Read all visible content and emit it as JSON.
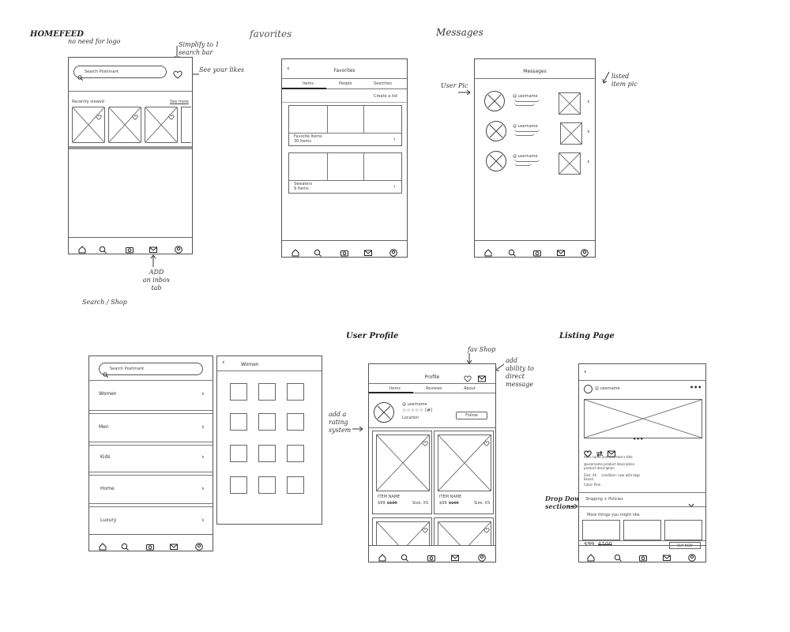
{
  "notes": {
    "homefeed_title": "HOMEFEED",
    "no_logo": "no need for logo",
    "simplify": "Simplify to 1\nsearch bar",
    "see_likes": "See your likes",
    "add_inbox": "ADD\nan inbox\ntab",
    "favorites_title": "favorites",
    "messages_title": "Messages",
    "user_pic": "User Pic",
    "listed_item_pic": "listed\nitem pic",
    "search_shop_title": "Search / Shop",
    "user_profile_title": "User Profile",
    "fav_shop": "fav Shop",
    "add_direct_message": "add\nability to\ndirect\nmessage",
    "add_rating": "add a\nrating\nsystem",
    "listing_page_title": "Listing Page",
    "drop_down": "Drop Down\nsections"
  },
  "home": {
    "search_placeholder": "Search Poshmark",
    "recently_viewed": "Recently viewed",
    "see_more": "See more"
  },
  "favorites": {
    "header": "Favorites",
    "tabs": [
      "Items",
      "People",
      "Searches"
    ],
    "create_list": "Create a list",
    "list1_name": "Favorite Items",
    "list1_count": "30 Items",
    "list2_name": "Sweaters",
    "list2_count": "9 Items"
  },
  "messages": {
    "header": "Messages",
    "username": "@ username"
  },
  "search": {
    "placeholder": "Search Poshmark",
    "categories": [
      "Women",
      "Men",
      "Kids",
      "Home",
      "Luxury"
    ]
  },
  "women": {
    "header": "Women"
  },
  "profile": {
    "header": "Profile",
    "tabs": [
      "Items",
      "Reviews",
      "About"
    ],
    "username": "@ username",
    "rating": "☆☆☆☆☆ (#)",
    "location": "Location",
    "follow": "Follow",
    "item_name": "ITEM NAME",
    "price": "$99",
    "old_price": "$100",
    "size": "Size: XS"
  },
  "listing": {
    "username": "@ username",
    "desc1": "item name and this item's title",
    "desc2": "@username product description",
    "desc3": "product description",
    "size": "Size: XS",
    "condition": "condition: new with tags",
    "brand": "Brand",
    "color": "Color: Pink",
    "shipping": "Shipping + Policies",
    "recent": "More things you might like",
    "price": "$99",
    "old_price": "$100",
    "buy_now": "BUY NOW"
  }
}
